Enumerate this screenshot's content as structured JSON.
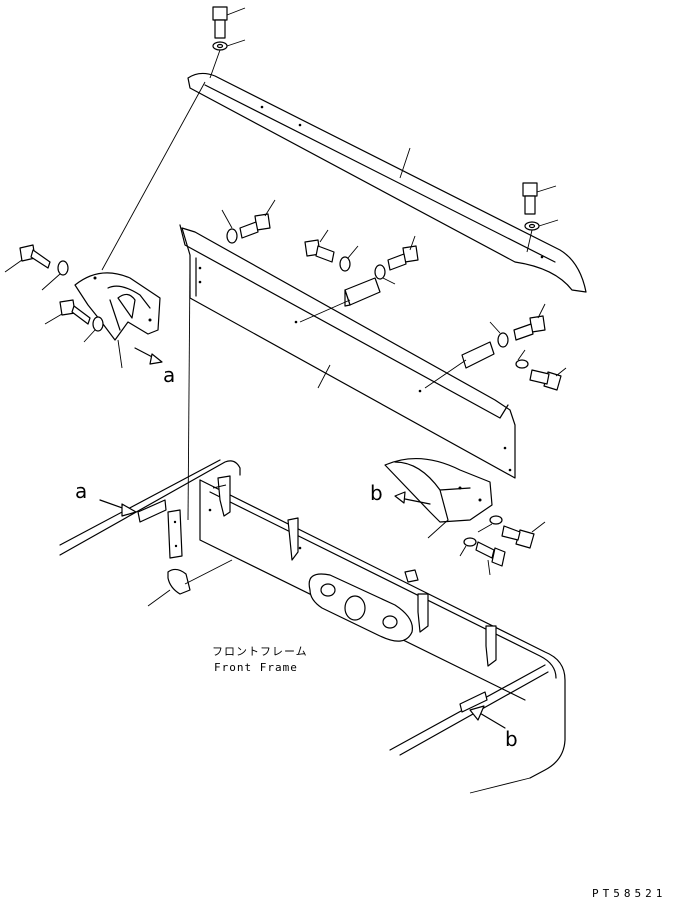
{
  "labels": {
    "a_left": "a",
    "a_frame": "a",
    "b_bracket": "b",
    "b_frame": "b"
  },
  "caption": {
    "japanese": "フロントフレーム",
    "english": "Front Frame"
  },
  "drawing_number": "PT58521"
}
